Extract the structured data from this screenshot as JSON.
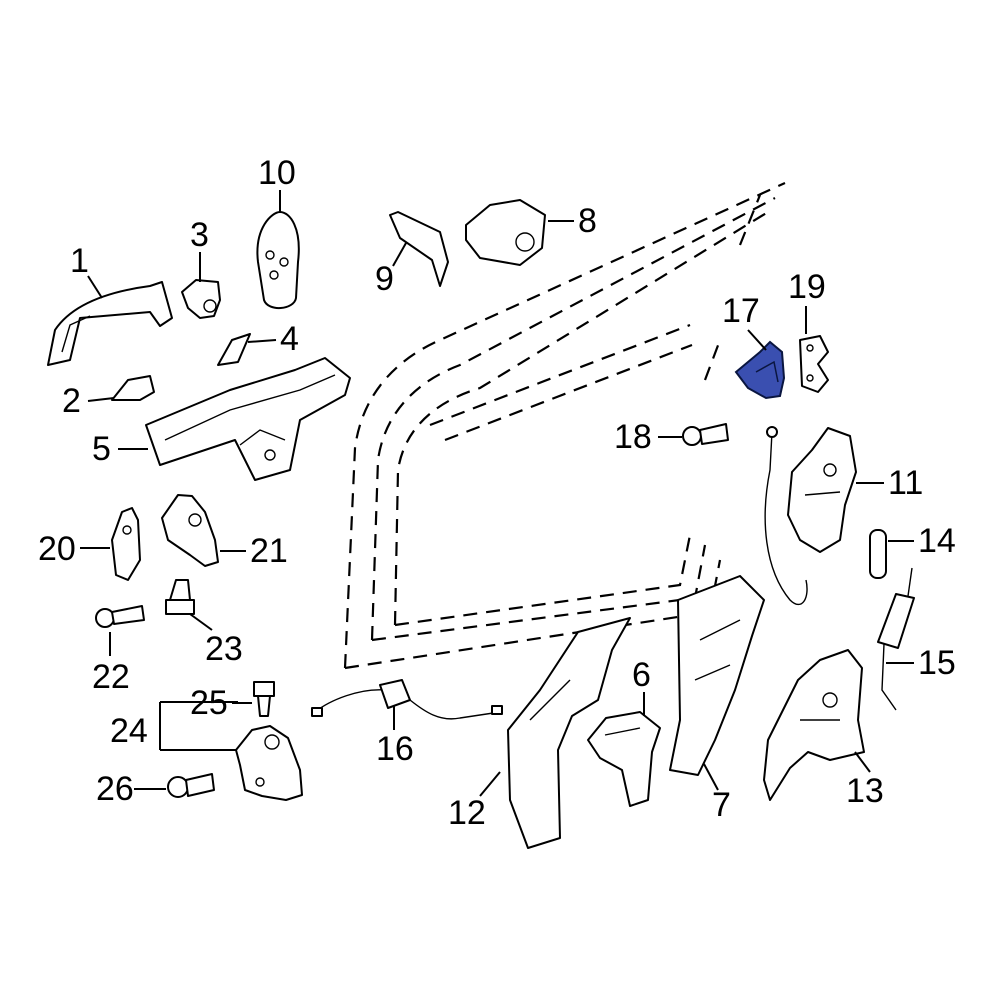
{
  "diagram": {
    "highlight_color": "#3a4fb0",
    "callouts": [
      "1",
      "2",
      "3",
      "4",
      "5",
      "6",
      "7",
      "8",
      "9",
      "10",
      "11",
      "12",
      "13",
      "14",
      "15",
      "16",
      "17",
      "18",
      "19",
      "20",
      "21",
      "22",
      "23",
      "24",
      "25",
      "26"
    ],
    "parts": [
      {
        "id": "1",
        "icon": "door-handle-icon"
      },
      {
        "id": "2",
        "icon": "handle-cover-icon"
      },
      {
        "id": "3",
        "icon": "lock-cylinder-cap-icon"
      },
      {
        "id": "4",
        "icon": "handle-insert-icon"
      },
      {
        "id": "5",
        "icon": "handle-bracket-icon"
      },
      {
        "id": "6",
        "icon": "bracket-icon"
      },
      {
        "id": "7",
        "icon": "trim-panel-icon"
      },
      {
        "id": "8",
        "icon": "lock-cylinder-icon"
      },
      {
        "id": "9",
        "icon": "mount-bracket-icon"
      },
      {
        "id": "10",
        "icon": "remote-key-icon"
      },
      {
        "id": "11",
        "icon": "door-latch-icon"
      },
      {
        "id": "12",
        "icon": "cover-panel-icon"
      },
      {
        "id": "13",
        "icon": "rear-latch-icon"
      },
      {
        "id": "14",
        "icon": "bumper-icon"
      },
      {
        "id": "15",
        "icon": "actuator-icon"
      },
      {
        "id": "16",
        "icon": "cable-harness-icon"
      },
      {
        "id": "17",
        "icon": "striker-icon"
      },
      {
        "id": "18",
        "icon": "screw-icon"
      },
      {
        "id": "19",
        "icon": "striker-plate-icon"
      },
      {
        "id": "20",
        "icon": "hinge-icon"
      },
      {
        "id": "21",
        "icon": "hinge-icon"
      },
      {
        "id": "22",
        "icon": "screw-icon"
      },
      {
        "id": "23",
        "icon": "bolt-icon"
      },
      {
        "id": "24",
        "icon": "hinge-assembly-icon"
      },
      {
        "id": "25",
        "icon": "bolt-icon"
      },
      {
        "id": "26",
        "icon": "screw-icon"
      }
    ]
  }
}
